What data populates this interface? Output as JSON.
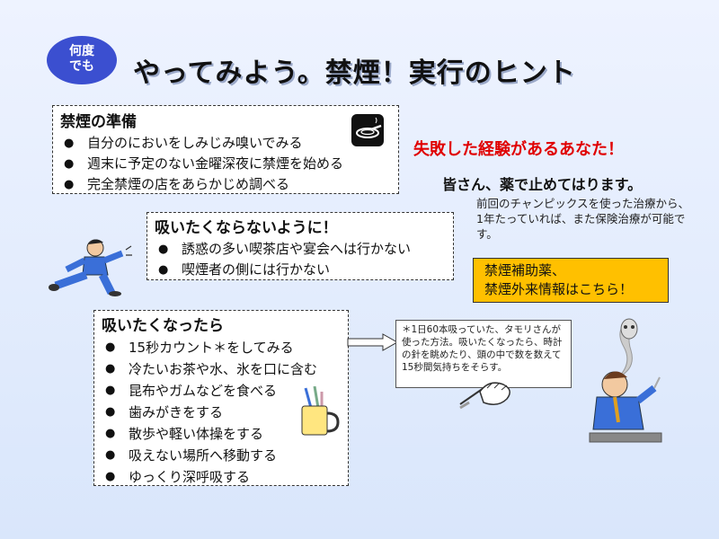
{
  "badge": {
    "line1": "何度",
    "line2": "でも"
  },
  "title": "やってみよう。禁煙！実行のヒント",
  "preparation": {
    "heading": "禁煙の準備",
    "items": [
      "自分のにおいをしみじみ嗅いでみる",
      "週末に予定のない金曜深夜に禁煙を始める",
      "完全禁煙の店をあらかじめ調べる"
    ]
  },
  "avoid": {
    "heading": "吸いたくならないように！",
    "items": [
      "誘惑の多い喫茶店や宴会へは行かない",
      "喫煙者の側には行かない"
    ]
  },
  "urge": {
    "heading": "吸いたくなったら",
    "items": [
      "15秒カウント＊をしてみる",
      "冷たいお茶や水、氷を口に含む",
      "昆布やガムなどを食べる",
      "歯みがきをする",
      "散歩や軽い体操をする",
      "吸えない場所へ移動する",
      "ゆっくり深呼吸する"
    ]
  },
  "failed": {
    "headline": "失敗した経験があるあなた！",
    "subline": "皆さん、薬で止めてはります。",
    "body": "前回のチャンピックスを使った治療から、1年たっていれば、また保険治療が可能です。"
  },
  "info_link": {
    "line1": "禁煙補助薬、",
    "line2": "禁煙外来情報はこちら！"
  },
  "footnote": "＊1日60本吸っていた、タモリさんが使った方法。吸いたくなったら、時計の針を眺めたり、頭の中で数を数えて15秒間気持ちをそらす。",
  "colors": {
    "badge": "#3b4fd0",
    "headline": "#e00000",
    "link_bg": "#ffc000",
    "background": "#dfe8fb"
  }
}
